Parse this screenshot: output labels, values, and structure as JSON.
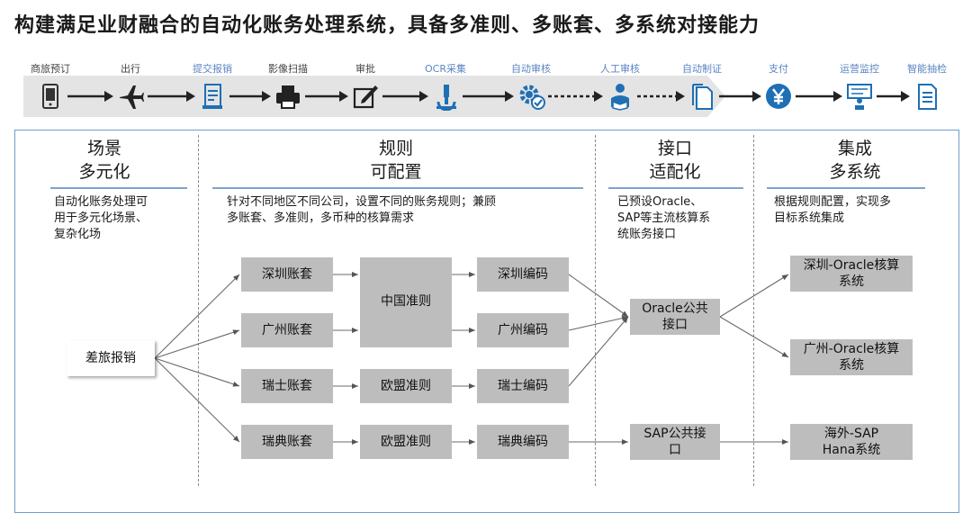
{
  "title": "构建满足业财融合的自动化账务处理系统，具备多准则、多账套、多系统对接能力",
  "flow": [
    {
      "label": "商旅预订",
      "icon": "shopping-cart-phone-icon",
      "style": "dark"
    },
    {
      "label": "出行",
      "icon": "airplane-icon",
      "style": "dark"
    },
    {
      "label": "提交报销",
      "icon": "submit-document-icon",
      "style": "blue"
    },
    {
      "label": "影像扫描",
      "icon": "scanner-printer-icon",
      "style": "dark"
    },
    {
      "label": "审批",
      "icon": "edit-approve-icon",
      "style": "dark"
    },
    {
      "label": "OCR采集",
      "icon": "microscope-icon",
      "style": "blue"
    },
    {
      "label": "自动审核",
      "icon": "gear-check-icon",
      "style": "blue"
    },
    {
      "label": "人工审核",
      "icon": "person-reading-icon",
      "style": "blue"
    },
    {
      "label": "自动制证",
      "icon": "document-copy-icon",
      "style": "blue"
    },
    {
      "label": "支付",
      "icon": "yen-coin-icon",
      "style": "blue"
    },
    {
      "label": "运营监控",
      "icon": "monitor-board-icon",
      "style": "blue"
    },
    {
      "label": "智能抽检",
      "icon": "document-list-icon",
      "style": "blue"
    }
  ],
  "colors": {
    "accent": "#1f6fb5",
    "banner": "#e6e6e6",
    "box": "#bdbdbd",
    "rule": "#7fa3d0"
  },
  "columns": [
    {
      "head1": "场景",
      "head2": "多元化",
      "desc": [
        "自动化账务处理可",
        "用于多元化场景、",
        "复杂化场"
      ]
    },
    {
      "head1": "规则",
      "head2": "可配置",
      "desc": [
        "针对不同地区不同公司，设置不同的账务规则；兼顾",
        "多账套、多准则，多币种的核算需求"
      ]
    },
    {
      "head1": "接口",
      "head2": "适配化",
      "desc": [
        "已预设Oracle、",
        "SAP等主流核算系",
        "统账务接口"
      ]
    },
    {
      "head1": "集成",
      "head2": "多系统",
      "desc": [
        "根据规则配置，实现多",
        "目标系统集成"
      ]
    }
  ],
  "boxes": {
    "travel": "差旅报销",
    "ledgers": [
      "深圳账套",
      "广州账套",
      "瑞士账套",
      "瑞典账套"
    ],
    "china_std": "中国准则",
    "eu_std": "欧盟准则",
    "codes": [
      "深圳编码",
      "广州编码",
      "瑞士编码",
      "瑞典编码"
    ],
    "oracle_if": [
      "Oracle公共",
      "接口"
    ],
    "sap_if": [
      "SAP公共接",
      "口"
    ],
    "targets": [
      [
        "深圳-Oracle核算",
        "系统"
      ],
      [
        "广州-Oracle核算",
        "系统"
      ],
      [
        "海外-SAP",
        "Hana系统"
      ]
    ]
  }
}
